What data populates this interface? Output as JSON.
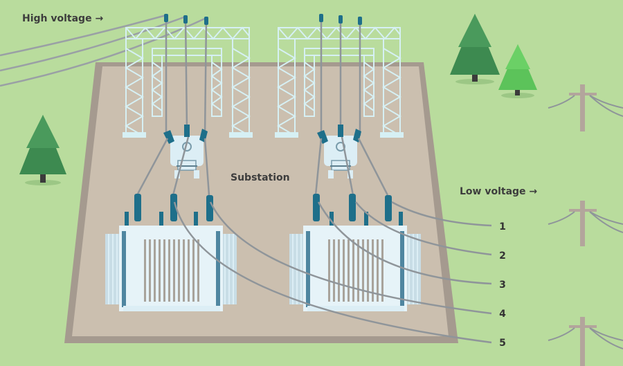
{
  "labels": {
    "high_voltage": "High voltage →",
    "low_voltage": "Low voltage →",
    "substation": "Substation"
  },
  "line_numbers": [
    "1",
    "2",
    "3",
    "4",
    "5"
  ],
  "colors": {
    "grass": "#b9dc9d",
    "ground": "#cbbfaf",
    "ground_border": "#a59a8f",
    "frame": "#d6f0f4",
    "transformer": "#dceef5",
    "insulator": "#1e6f8a",
    "wire": "#8f959a",
    "tree_dark": "#3d8a50",
    "tree_light": "#5cc35a"
  }
}
